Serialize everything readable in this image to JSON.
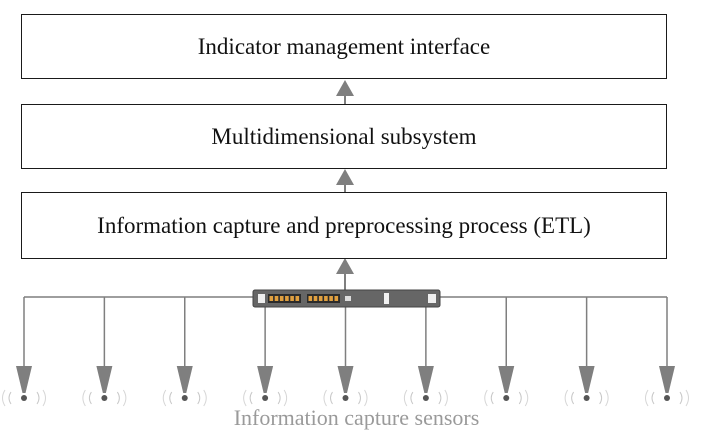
{
  "diagram": {
    "layers": [
      "Indicator management interface",
      "Multidimensional subsystem",
      "Information capture and preprocessing process (ETL)"
    ],
    "footer_label": "Information capture sensors",
    "sensor_count": 9,
    "colors": {
      "box_border": "#1a1a1a",
      "text": "#111111",
      "connector": "#7f7f7f",
      "sensor_label": "#9a9a9a",
      "hub_body": "#666666",
      "hub_port": "#e0a040"
    }
  }
}
